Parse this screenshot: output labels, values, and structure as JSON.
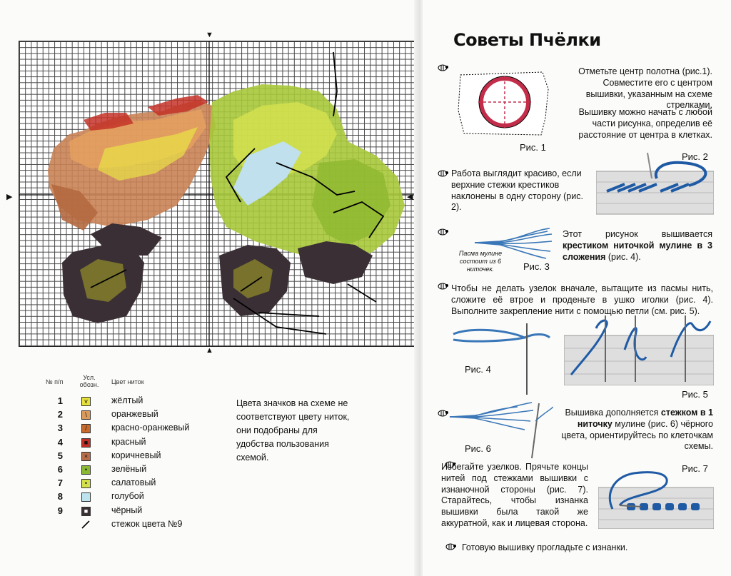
{
  "left_page": {
    "legend_headers": {
      "num": "№ п/п",
      "sym": "Усл. обозн.",
      "color": "Цвет ниток"
    },
    "legend": [
      {
        "num": "1",
        "name": "жёлтый",
        "symbol": "yellow",
        "color": "#e6e13a",
        "mark": "v"
      },
      {
        "num": "2",
        "name": "оранжевый",
        "symbol": "orange",
        "color": "#d99a5a",
        "mark": "\\"
      },
      {
        "num": "3",
        "name": "красно-оранжевый",
        "symbol": "red-orange",
        "color": "#c86a2e",
        "mark": "/"
      },
      {
        "num": "4",
        "name": "красный",
        "symbol": "red",
        "color": "#c42d26",
        "mark": "■"
      },
      {
        "num": "5",
        "name": "коричневый",
        "symbol": "brown",
        "color": "#b86d4a",
        "mark": "×"
      },
      {
        "num": "6",
        "name": "зелёный",
        "symbol": "green",
        "color": "#8ab832",
        "mark": "•"
      },
      {
        "num": "7",
        "name": "салатовый",
        "symbol": "light-green",
        "color": "#d3e04a",
        "mark": "•"
      },
      {
        "num": "8",
        "name": "голубой",
        "symbol": "light-blue",
        "color": "#bde3ee",
        "mark": ""
      },
      {
        "num": "9",
        "name": "чёрный",
        "symbol": "black",
        "color": "#3a3034",
        "mark": "■"
      }
    ],
    "stitch_label": "стежок цвета №9",
    "note": "Цвета значков на схеме не соответствуют цвету ниток, они подобраны для удобства пользования схемой."
  },
  "right_page": {
    "title": "Советы Пчёлки",
    "tip1": "Отметьте центр полотна (рис.1). Совместите его с центром вышивки, указанным на схеме стрелками.",
    "tip1b": "Вышивку можно начать с любой части рисунка, определив её расстояние от центра в клетках.",
    "fig1": "Рис. 1",
    "fig2": "Рис. 2",
    "tip2": "Работа выглядит красиво, если верхние стежки крестиков наклонены в одну сторону (рис. 2).",
    "tip3a": "Этот рисунок вышивается",
    "tip3b": "крестиком ниточкой мулине в 3 сложения",
    "tip3c": "(рис. 4).",
    "fig3_note": "Пасма мулине состоит из 6 ниточек.",
    "fig3": "Рис. 3",
    "tip4": "Чтобы не делать узелок вначале, вытащите из пасмы нить, сложите её втрое и проденьте в ушко иголки (рис. 4). Выполните закрепление нити с помощью петли (см. рис. 5).",
    "fig4": "Рис. 4",
    "fig5": "Рис. 5",
    "tip5a": "Вышивка дополняется",
    "tip5b": "стежком в 1 ниточку",
    "tip5c": "мулине (рис. 6) чёрного цвета, ориентируйтесь по клеточкам схемы.",
    "fig6": "Рис. 6",
    "fig7": "Рис. 7",
    "tip6": "Избегайте узелков. Прячьте концы нитей под стежками вышивки с изнаночной стороны (рис. 7). Старайтесь, чтобы изнанка вышивки была такой же аккуратной, как и лицевая сторона.",
    "tip7": "Готовую вышивку прогладьте с изнанки."
  }
}
